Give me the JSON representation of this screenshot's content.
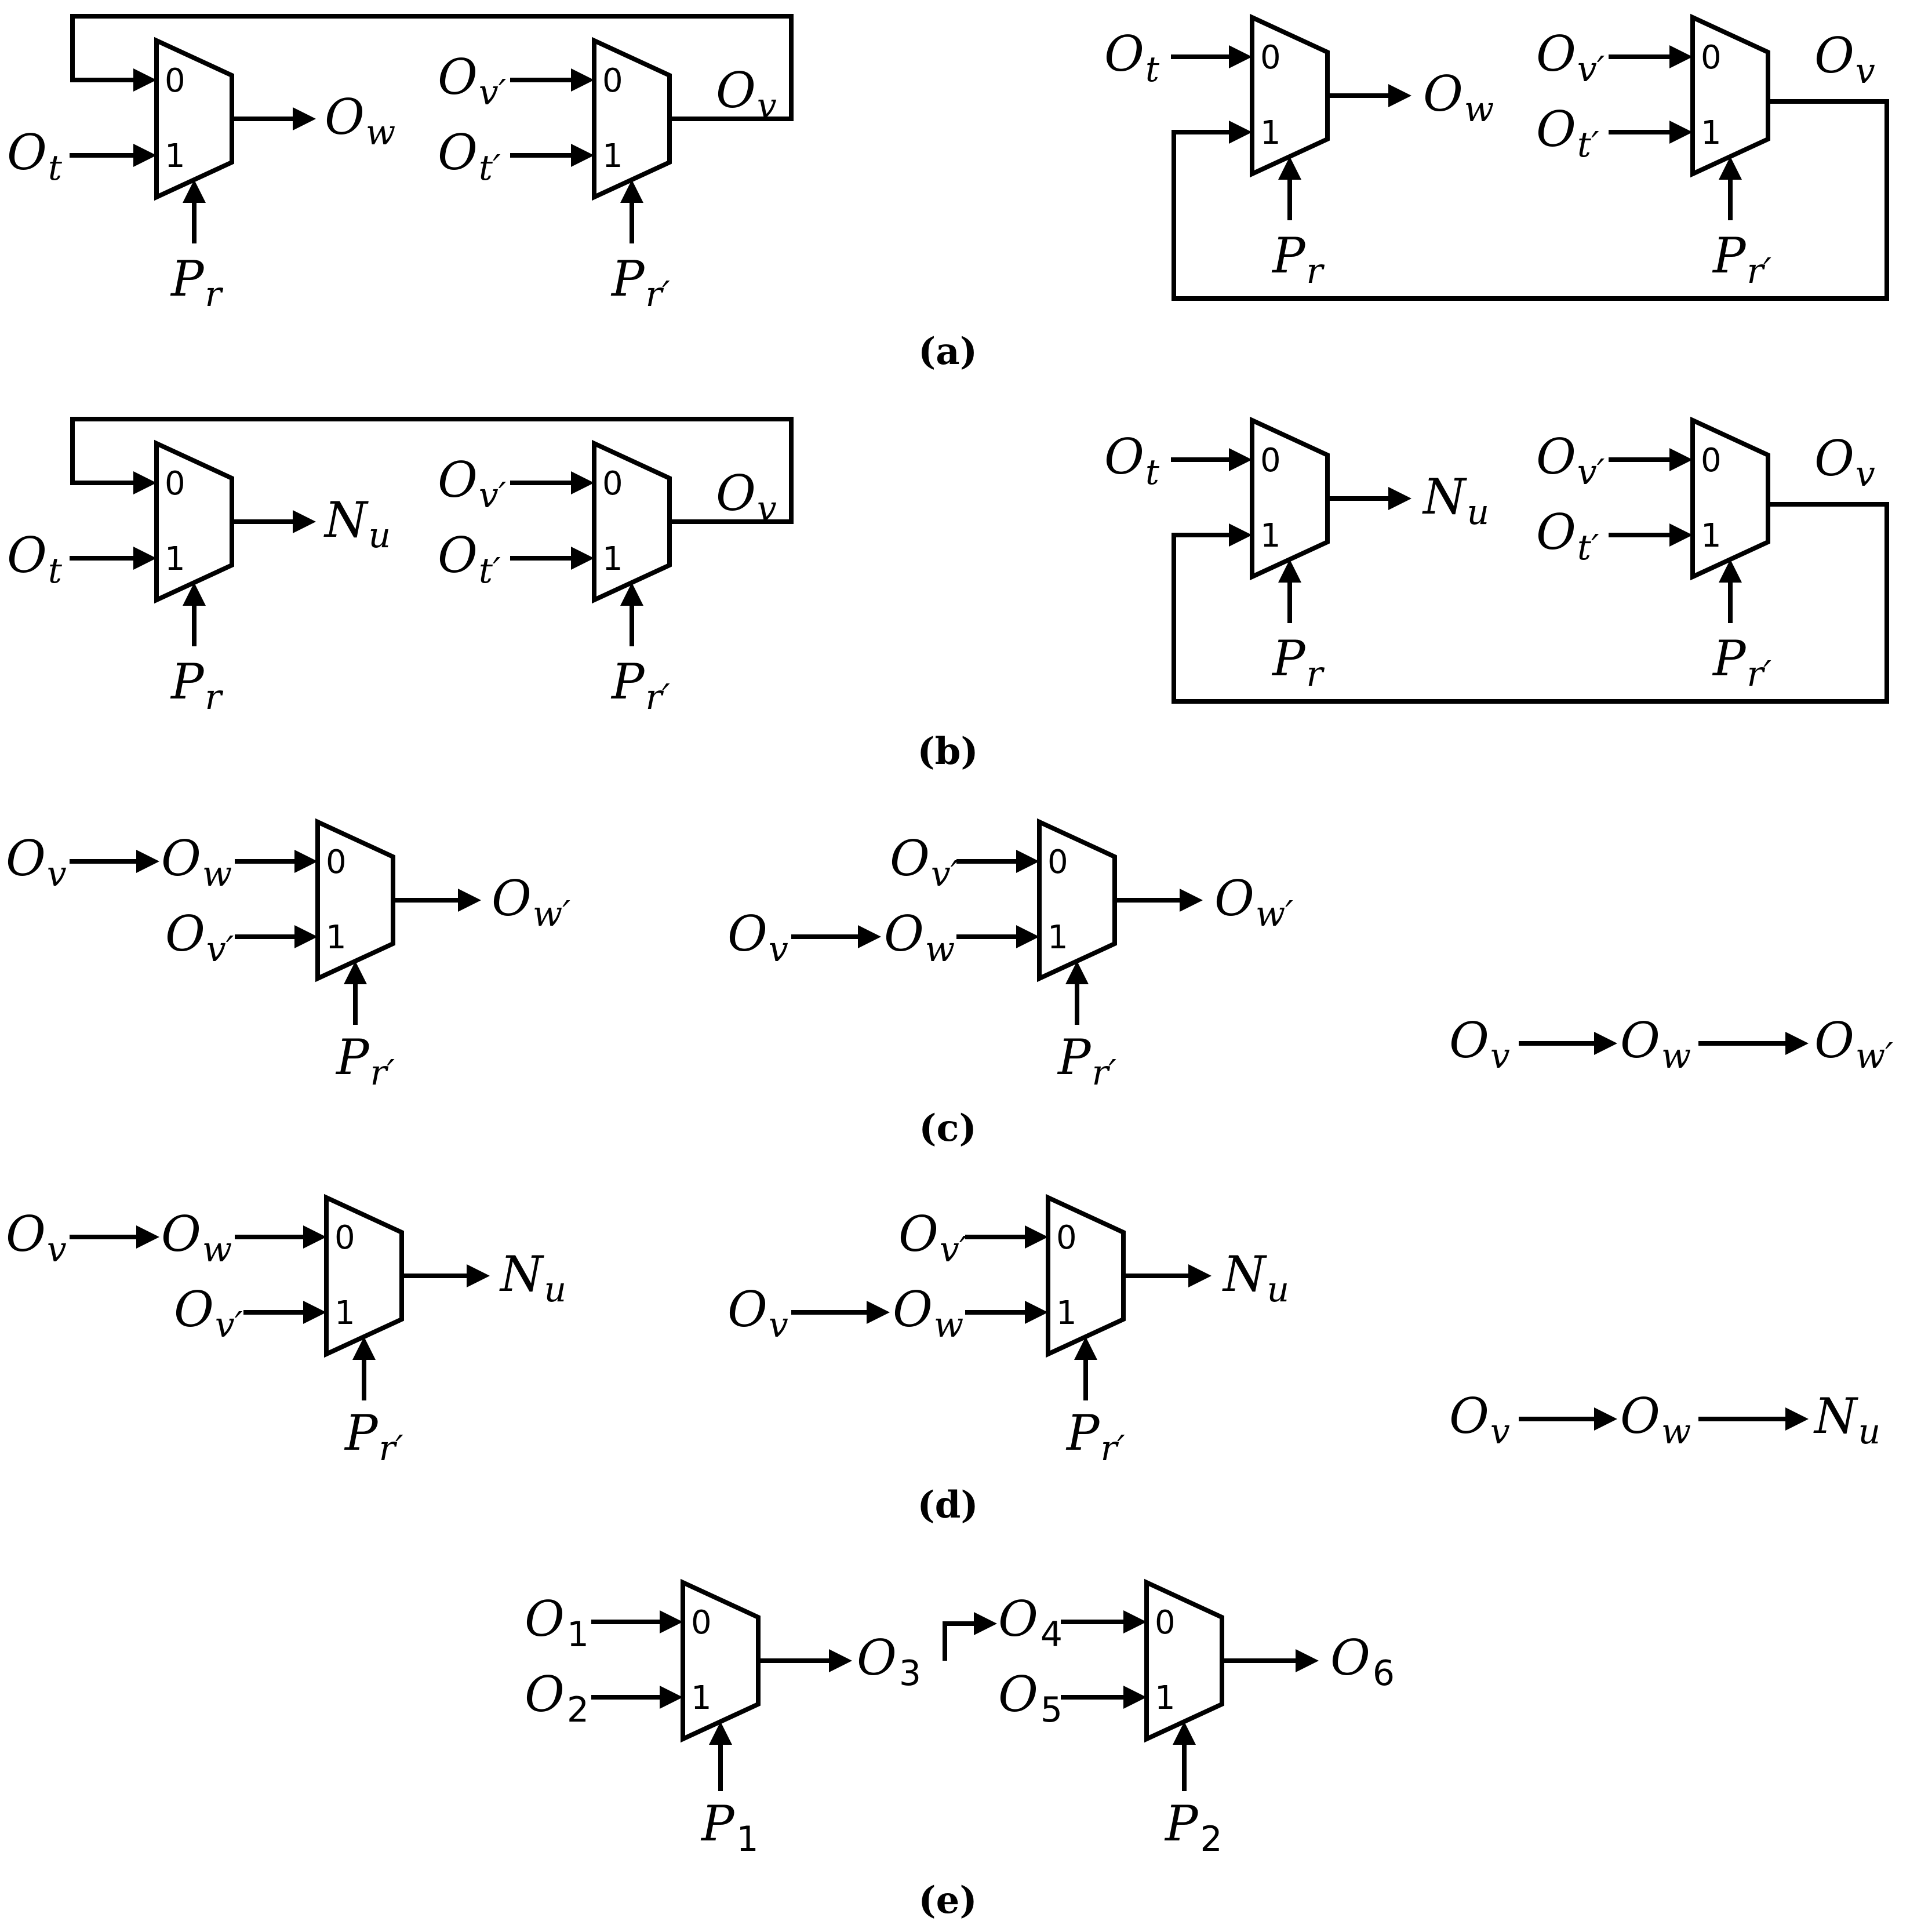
{
  "pins": [
    "0",
    "1"
  ],
  "captions": {
    "a": "(a)",
    "b": "(b)",
    "c": "(c)",
    "d": "(d)",
    "e": "(e)"
  },
  "sym": {
    "Ot": [
      "O",
      "t"
    ],
    "Otp": [
      "O",
      "t′"
    ],
    "Ov": [
      "O",
      "v"
    ],
    "Ovp": [
      "O",
      "v′"
    ],
    "Ow": [
      "O",
      "w"
    ],
    "Owp": [
      "O",
      "w′"
    ],
    "Nu": [
      "N",
      "u"
    ],
    "Pr": [
      "P",
      "r"
    ],
    "Prp": [
      "P",
      "r′"
    ],
    "O1": [
      "O",
      "1"
    ],
    "O2": [
      "O",
      "2"
    ],
    "O3": [
      "O",
      "3"
    ],
    "O4": [
      "O",
      "4"
    ],
    "O5": [
      "O",
      "5"
    ],
    "O6": [
      "O",
      "6"
    ],
    "P1": [
      "P",
      "1"
    ],
    "P2": [
      "P",
      "2"
    ]
  }
}
